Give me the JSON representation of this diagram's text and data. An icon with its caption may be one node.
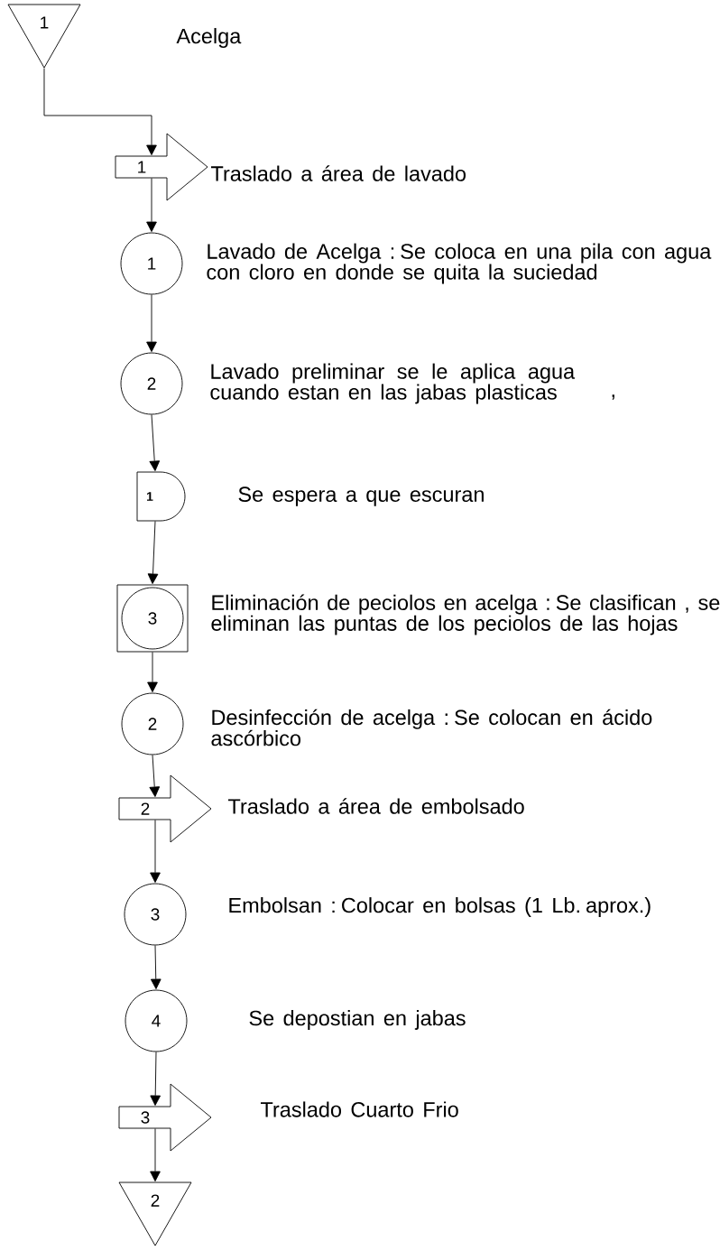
{
  "diagram": {
    "nodes": [
      {
        "text": [
          "1"
        ]
      },
      {
        "text": [
          "1"
        ],
        "beside": [
          "Traslado a área de lavado"
        ]
      },
      {
        "text": [
          "1"
        ],
        "beside": [
          "Lavado de Acelga : Se coloca en una pila con agua con cloro en donde se quita la suciedad"
        ]
      },
      {
        "text": [
          "2"
        ],
        "beside": [
          "Lavado preliminar se le aplica agua cuando estan en las jabas plasticas"
        ]
      },
      {
        "text": [
          "1"
        ],
        "beside": [
          "Se espera a que escuran"
        ]
      },
      {
        "text": [
          "3"
        ],
        "beside": [
          "Eliminación de peciolos en acelga : Se clasifican , se eliminan las puntas de los peciolos de las hojas"
        ]
      },
      {
        "text": [
          "2"
        ],
        "beside": [
          "Desinfección de acelga : Se colocan en ácido ascórbico"
        ]
      },
      {
        "text": [
          "2"
        ],
        "beside": [
          "Traslado a área de embolsado"
        ]
      },
      {
        "text": [
          "3"
        ],
        "beside": [
          "Embolsan : Colocar en bolsas  (1 Lb. aprox.)"
        ]
      },
      {
        "text": [
          "4"
        ],
        "beside": [
          "Se depostian en jabas"
        ]
      },
      {
        "text": [
          "3"
        ],
        "beside": [
          "Traslado Cuarto Frio"
        ]
      },
      {
        "text": [
          "2"
        ]
      }
    ],
    "edges": [
      {
        "from": 0,
        "to": 1,
        "arrow": "to"
      },
      {
        "from": 1,
        "to": 2,
        "arrow": "to"
      },
      {
        "from": 2,
        "to": 3,
        "arrow": "to"
      },
      {
        "from": 3,
        "to": 4,
        "arrow": "to"
      },
      {
        "from": 4,
        "to": 5,
        "arrow": "to"
      },
      {
        "from": 5,
        "to": 6,
        "arrow": "to"
      },
      {
        "from": 6,
        "to": 7,
        "arrow": "to"
      },
      {
        "from": 7,
        "to": 8,
        "arrow": "to"
      },
      {
        "from": 8,
        "to": 9,
        "arrow": "to"
      },
      {
        "from": 9,
        "to": 10,
        "arrow": "to"
      },
      {
        "from": 10,
        "to": 11,
        "arrow": "to"
      }
    ],
    "labels": [
      "Acelga",
      ","
    ]
  }
}
